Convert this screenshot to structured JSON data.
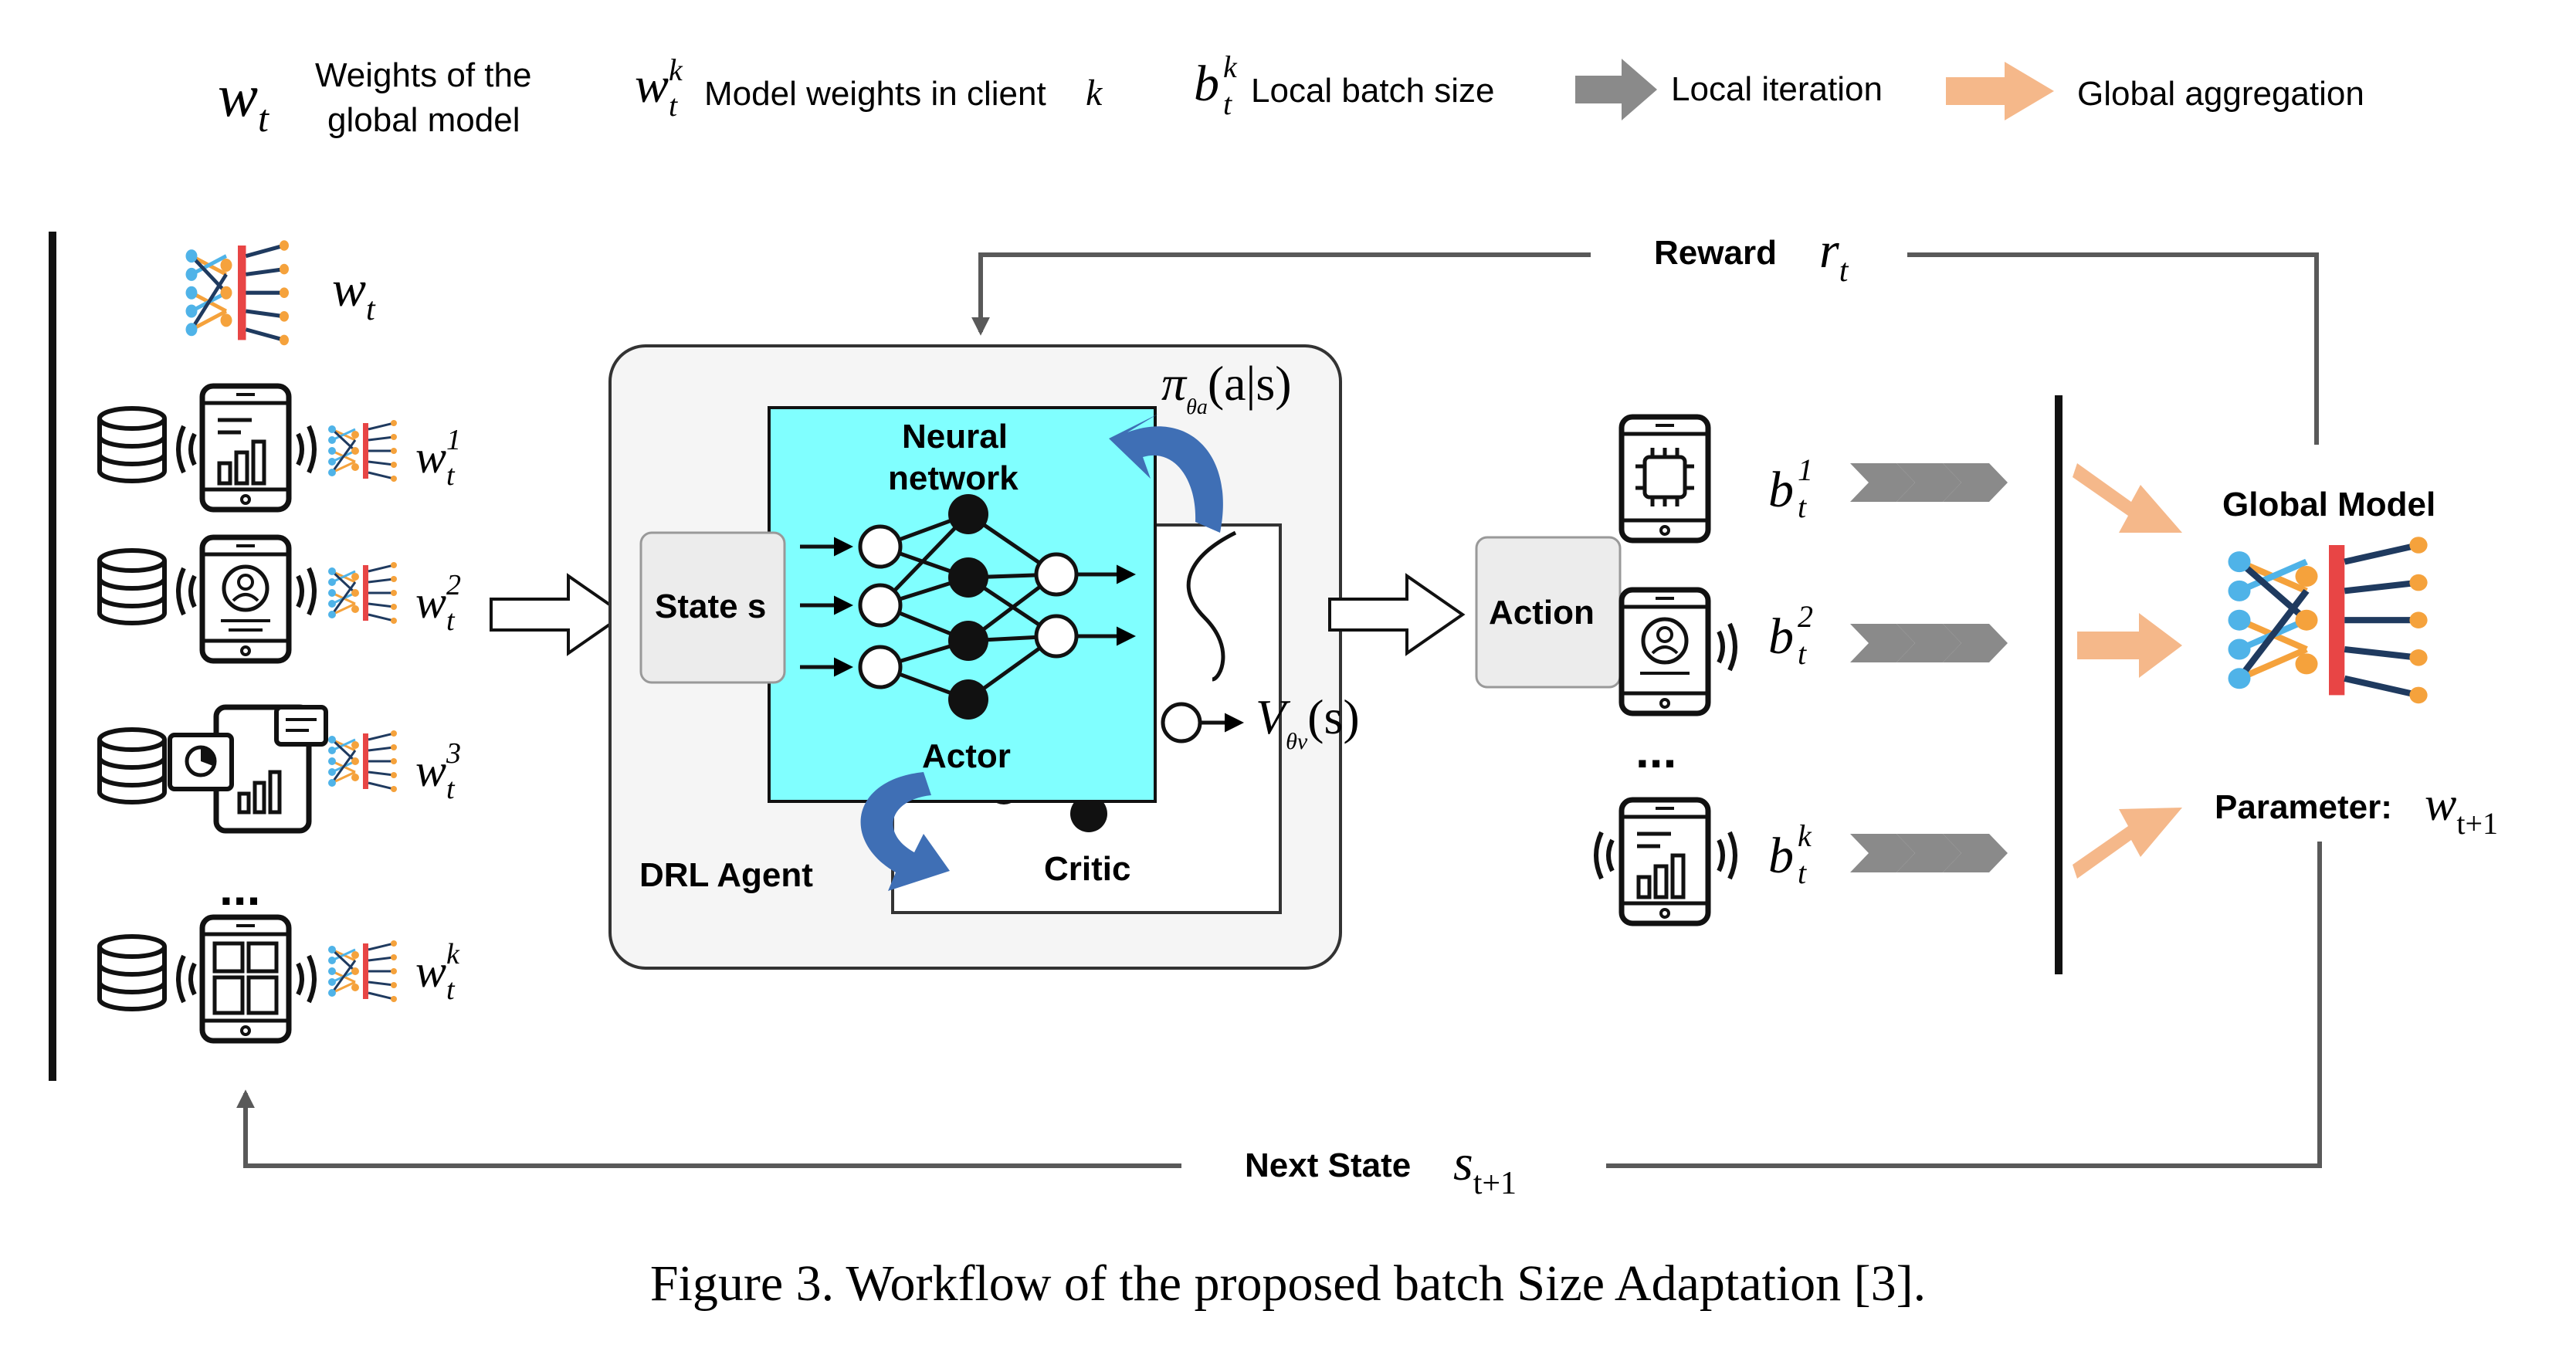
{
  "legend": {
    "global_weights_symbol": "w",
    "global_weights_sub": "t",
    "global_weights_label_line1": "Weights of the",
    "global_weights_label_line2": "global model",
    "client_weights_symbol": "w",
    "client_weights_sub": "t",
    "client_weights_sup": "k",
    "client_weights_label": "Model weights in client",
    "client_weights_label_var": "k",
    "batch_symbol": "b",
    "batch_sub": "t",
    "batch_sup": "k",
    "batch_label": "Local batch size",
    "local_iteration_label": "Local iteration",
    "global_aggregation_label": "Global aggregation"
  },
  "clients": {
    "global_symbol": "w",
    "global_sub": "t",
    "items": [
      {
        "symbol": "w",
        "sub": "t",
        "sup": "1"
      },
      {
        "symbol": "w",
        "sub": "t",
        "sup": "2"
      },
      {
        "symbol": "w",
        "sub": "t",
        "sup": "3"
      },
      {
        "symbol": "w",
        "sub": "t",
        "sup": "k"
      }
    ],
    "ellipsis": "..."
  },
  "agent": {
    "state_label": "State s",
    "nn_label_line1": "Neural",
    "nn_label_line2": "network",
    "actor_label": "Actor",
    "critic_label": "Critic",
    "agent_label": "DRL Agent",
    "policy_symbol": "π",
    "policy_sub": "θa",
    "policy_args": "(a|s)",
    "value_symbol": "V",
    "value_sub": "θv",
    "value_args": "(s)"
  },
  "action": {
    "label": "Action",
    "batches": [
      {
        "symbol": "b",
        "sub": "t",
        "sup": "1"
      },
      {
        "symbol": "b",
        "sub": "t",
        "sup": "2"
      },
      {
        "symbol": "b",
        "sub": "t",
        "sup": "k"
      }
    ],
    "ellipsis": "..."
  },
  "global_model": {
    "title": "Global Model",
    "param_label": "Parameter:",
    "param_symbol": "w",
    "param_sub": "t+1"
  },
  "feedback": {
    "reward_label": "Reward",
    "reward_symbol": "r",
    "reward_sub": "t",
    "next_state_label": "Next State",
    "next_state_symbol": "s",
    "next_state_sub": "t+1"
  },
  "caption": "Figure 3. Workflow of the proposed batch Size Adaptation [3].",
  "colors": {
    "nn_box_fill": "#80ffff",
    "agent_box_fill": "#f5f5f5",
    "state_box_fill": "#ececec",
    "local_arrow": "#8a8a8a",
    "global_arrow": "#f5b88a",
    "feedback_line": "#595959",
    "curved_arrow": "#3f6fb5",
    "icon_blue": "#4fb3e8",
    "icon_orange": "#f5a23c",
    "icon_red": "#e84545",
    "icon_navy": "#1f3a5f"
  }
}
